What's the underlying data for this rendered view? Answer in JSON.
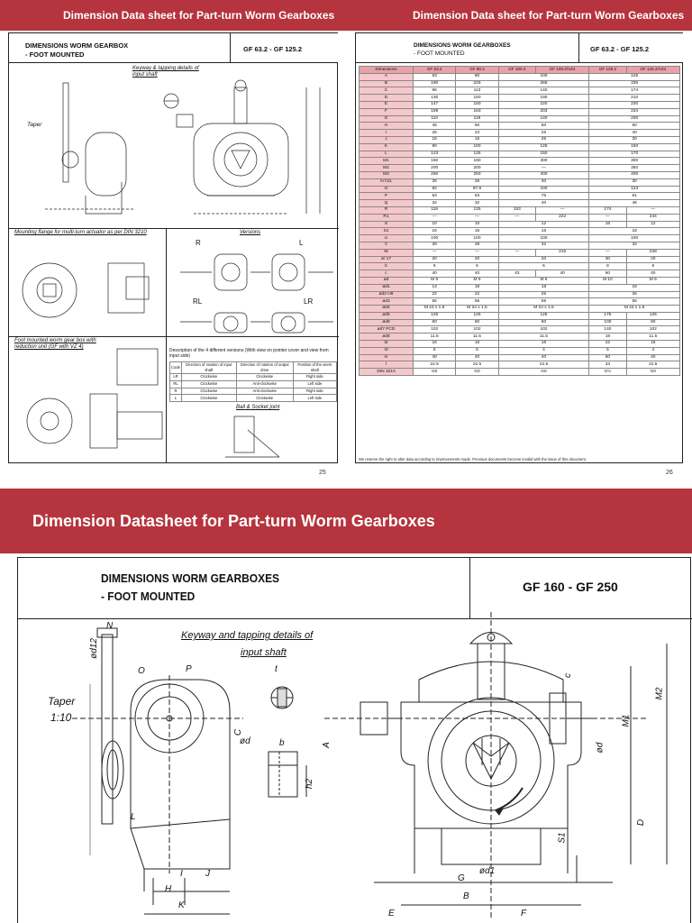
{
  "top_banner": {
    "left_title": "Dimension Data sheet for Part-turn Worm Gearboxes",
    "right_title": "Dimension Data sheet for Part-turn Worm Gearboxes"
  },
  "left_page": {
    "header_title_line1": "DIMENSIONS WORM GEARBOX",
    "header_title_line2": "- FOOT MOUNTED",
    "model_range": "GF 63.2 - GF 125.2",
    "keyway_caption": "Keyway & tapping details of input shaft",
    "taper_label": "Taper",
    "flange_caption": "Mounting flange for multi-turn actuator as per DIN 3210",
    "versions_caption": "Versions",
    "foot_caption": "Foot mounted worm gear box with reduction unit (GF with VZ 4)",
    "versions_desc": "Description of the 4 different versions (With view on pointer cover and view from input side)",
    "versions_table": {
      "headers": [
        "Code",
        "Direction of rotation of input shaft",
        "Direction of rotation of output drive",
        "Position of the worm shaft"
      ],
      "rows": [
        [
          "LR",
          "Clockwise",
          "Clockwise",
          "Right side"
        ],
        [
          "RL",
          "Clockwise",
          "Anti-clockwise",
          "Left side"
        ],
        [
          "R",
          "Clockwise",
          "Anti-clockwise",
          "Right side"
        ],
        [
          "L",
          "Clockwise",
          "Clockwise",
          "Left side"
        ]
      ]
    },
    "ball_socket_caption": "Ball & Socket joint",
    "version_labels": [
      "R",
      "L",
      "RL",
      "LR"
    ],
    "page_number": "25"
  },
  "right_page": {
    "header_title_line1": "DIMENSIONS WORM GEARBOXES",
    "header_title_line2": "- FOOT MOUNTED",
    "model_range": "GF 63.2 - GF 125.2",
    "table_headers": [
      "Dimensions",
      "GF 63.2",
      "GF 80.2",
      "GF 100.2",
      "GF 100.2/VZ4",
      "GF 125.2",
      "GF 125.2/VZ4"
    ],
    "table_rows": [
      [
        "A",
        "63",
        "80",
        "100",
        "125"
      ],
      [
        "B",
        "190",
        "225",
        "265",
        "335"
      ],
      [
        "C",
        "96",
        "113",
        "140",
        "174"
      ],
      [
        "D",
        "130",
        "150",
        "190",
        "210"
      ],
      [
        "E",
        "147",
        "150",
        "220",
        "230"
      ],
      [
        "F",
        "159",
        "163",
        "203",
        "234"
      ],
      [
        "G",
        "110",
        "118",
        "140",
        "200"
      ],
      [
        "H",
        "45",
        "50",
        "60",
        "60"
      ],
      [
        "I",
        "25",
        "23",
        "25",
        "40"
      ],
      [
        "J",
        "15",
        "15",
        "25",
        "30"
      ],
      [
        "K",
        "90",
        "100",
        "125",
        "150"
      ],
      [
        "L",
        "123",
        "125",
        "150",
        "170"
      ],
      [
        "M1",
        "150",
        "150",
        "300",
        "300"
      ],
      [
        "M2",
        "200",
        "200",
        "—",
        "350"
      ],
      [
        "M3",
        "250",
        "250",
        "400",
        "400"
      ],
      [
        "N h11",
        "26",
        "26",
        "30",
        "30"
      ],
      [
        "O",
        "82",
        "87.5",
        "100",
        "123"
      ],
      [
        "P",
        "53",
        "63",
        "76",
        "81"
      ],
      [
        "Q",
        "32",
        "32",
        "40",
        "46"
      ],
      [
        "R",
        "118",
        "125",
        "153",
        "—",
        "174",
        "—"
      ],
      [
        "R1",
        "—",
        "—",
        "—",
        "222",
        "—",
        "234"
      ],
      [
        "S",
        "10",
        "10",
        "12",
        "18",
        "12"
      ],
      [
        "S1",
        "16",
        "16",
        "16",
        "18"
      ],
      [
        "U",
        "100",
        "100",
        "100",
        "100"
      ],
      [
        "V",
        "28",
        "28",
        "32",
        "32"
      ],
      [
        "W",
        "—",
        "—",
        "—",
        "216",
        "—",
        "228"
      ],
      [
        "ø/ 17",
        "20",
        "20",
        "20",
        "30",
        "20"
      ],
      [
        "b",
        "6",
        "6",
        "6",
        "8",
        "6"
      ],
      [
        "c",
        "40",
        "40",
        "43",
        "40",
        "60",
        "40"
      ],
      [
        "ød",
        "M 6",
        "M 6",
        "M 6",
        "M 10",
        "M 6"
      ],
      [
        "ød1",
        "14",
        "18",
        "18",
        "18"
      ],
      [
        "ød2 H8",
        "22",
        "22",
        "26",
        "26"
      ],
      [
        "ød3",
        "55",
        "55",
        "55",
        "55"
      ],
      [
        "ød4",
        "M 24 x 1.5",
        "M 24 x 1.5",
        "M 24 x 1.5",
        "M 24 x 1.5"
      ],
      [
        "ød5",
        "125",
        "125",
        "125",
        "175",
        "125"
      ],
      [
        "ød6",
        "60",
        "60",
        "60",
        "100",
        "60"
      ],
      [
        "ød7 PCD",
        "102",
        "102",
        "102",
        "140",
        "102"
      ],
      [
        "ød8",
        "11.5",
        "11.5",
        "11.5",
        "18",
        "11.5"
      ],
      [
        "t2",
        "16",
        "16",
        "16",
        "22",
        "16"
      ],
      [
        "t3",
        "5",
        "5",
        "4",
        "5",
        "4"
      ],
      [
        "m",
        "40",
        "40",
        "40",
        "60",
        "40"
      ],
      [
        "l",
        "22.5",
        "22.5",
        "22.5",
        "33",
        "22.5"
      ],
      [
        "DIN 3210",
        "G0",
        "G0",
        "G0",
        "G½",
        "G0"
      ]
    ],
    "footnote": "We reserve the right to alter data according to improvements made. Previous documents become invalid with the issue of this document.",
    "page_number": "26"
  },
  "lower_banner": {
    "title": "Dimension Datasheet for Part-turn Worm Gearboxes"
  },
  "lower_sheet": {
    "header_title_line1": "DIMENSIONS WORM GEARBOXES",
    "header_title_line2": "- FOOT MOUNTED",
    "model_range": "GF 160 - GF 250",
    "keyway_caption_line1": "Keyway and tapping details of",
    "keyway_caption_line2": "input shaft",
    "taper_label": "Taper",
    "taper_ratio": "1:10",
    "labels": {
      "N": "N",
      "d12": "ød12",
      "O": "O",
      "P": "P",
      "C": "C",
      "L": "L",
      "I": "I",
      "J": "J",
      "H": "H",
      "K": "K",
      "t": "t",
      "ed": "ød",
      "b": "b",
      "h2": "h2",
      "A": "A",
      "c": "c",
      "M1": "M1",
      "M2": "M2",
      "d": "ød",
      "S1": "S1",
      "D": "D",
      "G": "G",
      "d1": "ød1",
      "B": "B",
      "E": "E",
      "F": "F"
    }
  }
}
